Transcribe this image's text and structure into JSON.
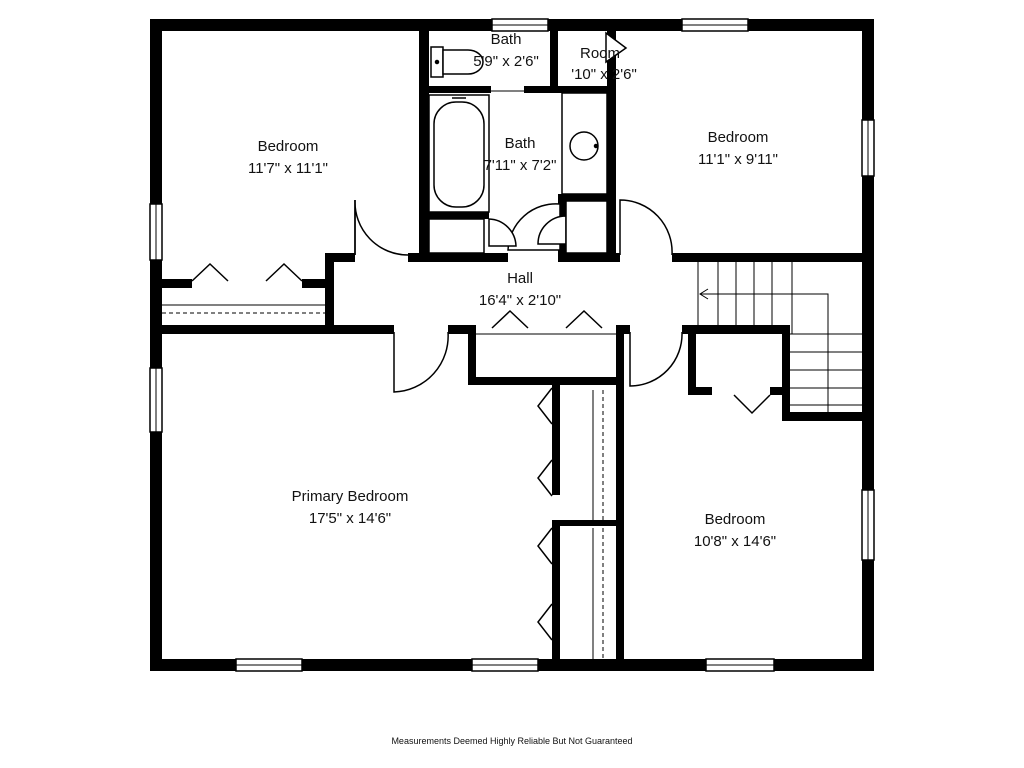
{
  "colors": {
    "wall": "#000000",
    "background": "#ffffff",
    "fixture": "#222222"
  },
  "rooms": {
    "bedroom_nw": {
      "name": "Bedroom",
      "dims": "11'7\" x 11'1\""
    },
    "bath_small": {
      "name": "Bath",
      "dims": "5'9\" x 2'6\""
    },
    "room_small": {
      "name": "Room",
      "dims": "'10\" x 2'6\""
    },
    "bath_main": {
      "name": "Bath",
      "dims": "7'11\" x 7'2\""
    },
    "bedroom_ne": {
      "name": "Bedroom",
      "dims": "11'1\" x 9'11\""
    },
    "hall": {
      "name": "Hall",
      "dims": "16'4\" x 2'10\""
    },
    "primary_bedroom": {
      "name": "Primary Bedroom",
      "dims": "17'5\" x 14'6\""
    },
    "bedroom_se": {
      "name": "Bedroom",
      "dims": "10'8\" x 14'6\""
    }
  },
  "disclaimer": "Measurements Deemed Highly Reliable But Not Guaranteed"
}
